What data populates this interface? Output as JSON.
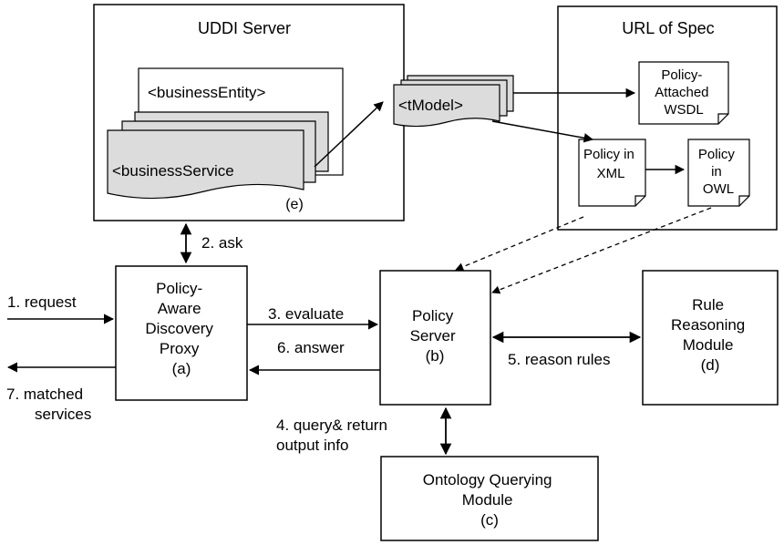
{
  "uddi_server": {
    "title": "UDDI Server",
    "business_entity": "<businessEntity>",
    "business_service": "<businessService",
    "tmodel": "<tModel>",
    "tag": "(e)"
  },
  "url_of_spec": {
    "title": "URL of Spec",
    "doc_policy_wsdl": [
      "Policy-",
      "Attached",
      "WSDL"
    ],
    "doc_policy_xml": [
      "Policy in",
      "XML"
    ],
    "doc_policy_owl": [
      "Policy",
      "in",
      "OWL"
    ]
  },
  "proxy": {
    "lines": [
      "Policy-",
      "Aware",
      "Discovery",
      "Proxy",
      "(a)"
    ]
  },
  "policy_server": {
    "lines": [
      "Policy",
      "Server",
      "(b)"
    ]
  },
  "rule_module": {
    "lines": [
      "Rule",
      "Reasoning",
      "Module",
      "(d)"
    ]
  },
  "ontology_module": {
    "lines": [
      "Ontology Querying",
      "Module",
      "(c)"
    ]
  },
  "edges": {
    "ask": "2. ask",
    "request": "1. request",
    "matched": [
      "7. matched",
      "services"
    ],
    "evaluate": "3. evaluate",
    "answer": "6. answer",
    "reason": "5. reason rules",
    "query": [
      "4. query& return",
      "output info"
    ]
  },
  "colors": {
    "doc_fill": "#dcdcdc",
    "line": "#000000"
  }
}
